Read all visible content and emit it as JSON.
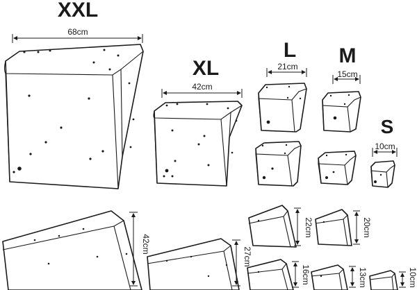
{
  "sizes": {
    "xxl": {
      "name": "XXL",
      "width": "68cm",
      "depth": "42cm"
    },
    "xl": {
      "name": "XL",
      "width": "42cm",
      "depth": "27cm"
    },
    "l": {
      "name": "L",
      "width": "21cm",
      "depth_a": "22cm",
      "depth_b": "16cm"
    },
    "m": {
      "name": "M",
      "width": "15cm",
      "depth_a": "20cm",
      "depth_b": "13cm"
    },
    "s": {
      "name": "S",
      "width": "10cm",
      "depth": "10cm"
    }
  },
  "colors": {
    "line": "#1a1a1a",
    "fill": "#ffffff"
  }
}
